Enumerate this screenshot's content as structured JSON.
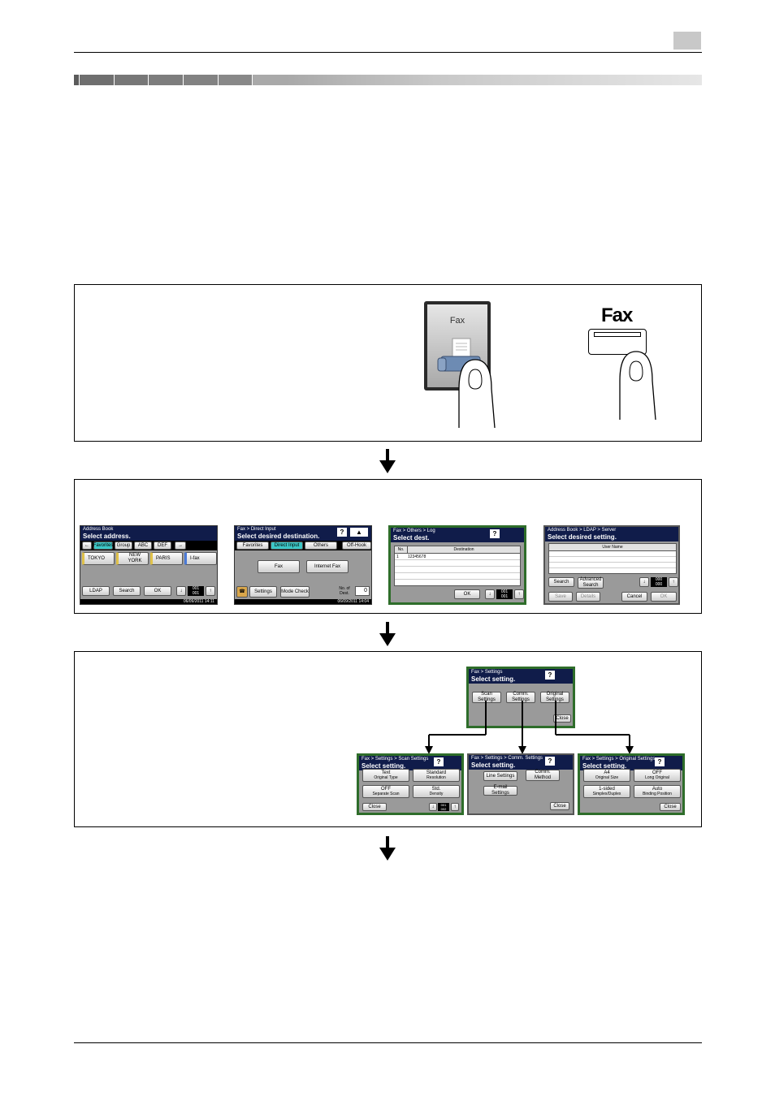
{
  "page": {
    "page_number_box": ""
  },
  "band_colors": [
    "#5b5b5b",
    "#6f6f6f",
    "#777",
    "#7d7d7d",
    "#828282",
    "#888",
    "#a9a9a9",
    "#c8c8c8",
    "#e6e6e6"
  ],
  "step1": {
    "touch_button_label": "Fax",
    "hard_key_label": "Fax"
  },
  "step2": {
    "screen1": {
      "breadcrumb": "Address Book",
      "prompt": "Select address.",
      "tabs": [
        "←",
        "Favorites",
        "Group",
        "ABC",
        "DEF",
        "→"
      ],
      "entries": [
        "TOKYO",
        "NEW YORK",
        "PARIS",
        "I-fax"
      ],
      "buttons": [
        "LDAP",
        "Search",
        "OK"
      ],
      "counter_top": "001",
      "counter_bottom": "001",
      "status": "06/09/2011  14:11"
    },
    "screen2": {
      "breadcrumb": "Fax > Direct Input",
      "prompt": "Select desired destination.",
      "help": "?",
      "tabs": [
        "Favorites",
        "Direct Input",
        "Others",
        "Off-Hook"
      ],
      "buttons": [
        "Fax",
        "Internet Fax"
      ],
      "bottom_buttons": [
        "Settings",
        "Mode Check"
      ],
      "dest_label": "No. of Dest.",
      "dest_count": "0",
      "status": "06/09/2011  14:04"
    },
    "screen3": {
      "breadcrumb": "Fax > Others > Log",
      "prompt": "Select dest.",
      "help": "?",
      "columns": [
        "No.",
        "Destination"
      ],
      "rows": [
        [
          "1",
          "12345678"
        ]
      ],
      "ok": "OK",
      "counter_top": "001",
      "counter_bottom": "001"
    },
    "screen4": {
      "breadcrumb": "Address Book > LDAP > Server",
      "prompt": "Select desired setting.",
      "column": "User Name",
      "buttons": [
        "Search",
        "Advanced Search"
      ],
      "counter_top": "000",
      "counter_bottom": "000",
      "bottom_buttons": [
        "Save",
        "Details",
        "Cancel",
        "OK"
      ]
    }
  },
  "step3": {
    "main": {
      "breadcrumb": "Fax > Settings",
      "prompt": "Select setting.",
      "help": "?",
      "buttons": [
        "Scan Settings",
        "Comm. Settings",
        "Original Settings"
      ],
      "close": "Close"
    },
    "scan": {
      "breadcrumb": "Fax > Settings > Scan Settings",
      "prompt": "Select setting.",
      "help": "?",
      "items": [
        {
          "value": "Text",
          "label": "Original Type"
        },
        {
          "value": "Standard",
          "label": "Resolution"
        },
        {
          "value": "OFF",
          "label": "Separate Scan"
        },
        {
          "value": "Std.",
          "label": "Density"
        }
      ],
      "close": "Close",
      "counter_top": "001",
      "counter_bottom": "002"
    },
    "comm": {
      "breadcrumb": "Fax > Settings > Comm. Settings",
      "prompt": "Select setting.",
      "help": "?",
      "buttons": [
        "Line Settings",
        "Comm. Method",
        "E-mail Settings"
      ],
      "close": "Close"
    },
    "orig": {
      "breadcrumb": "Fax > Settings > Original Settings",
      "prompt": "Select setting.",
      "help": "?",
      "items": [
        {
          "value": "A4",
          "label": "Original Size"
        },
        {
          "value": "OFF",
          "label": "Long Original"
        },
        {
          "value": "1-sided",
          "label": "Simplex/Duplex"
        },
        {
          "value": "Auto",
          "label": "Binding Position"
        }
      ],
      "close": "Close"
    }
  }
}
